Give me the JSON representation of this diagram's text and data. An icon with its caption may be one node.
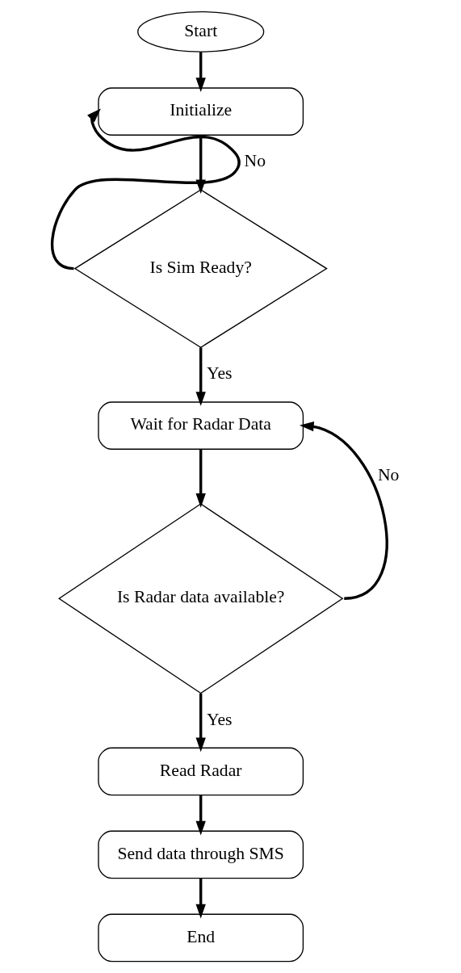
{
  "diagram": {
    "nodes": [
      {
        "text": [
          "Start"
        ]
      },
      {
        "text": [
          "Initialize"
        ]
      },
      {
        "text": [
          "Is Sim Ready?"
        ]
      },
      {
        "text": [
          "Wait for Radar Data"
        ]
      },
      {
        "text": [
          "Is Radar data available?"
        ]
      },
      {
        "text": [
          "Read Radar"
        ]
      },
      {
        "text": [
          "Send data through SMS"
        ]
      },
      {
        "text": [
          "End"
        ]
      }
    ],
    "edges": [
      {
        "from": 0,
        "to": 1,
        "arrow": "to"
      },
      {
        "from": 1,
        "to": 2,
        "arrow": "to"
      },
      {
        "from": 2,
        "to": 1,
        "arrow": "to",
        "label": "No"
      },
      {
        "from": 2,
        "to": 3,
        "arrow": "to",
        "label": "Yes"
      },
      {
        "from": 3,
        "to": 4,
        "arrow": "to"
      },
      {
        "from": 4,
        "to": 3,
        "arrow": "to",
        "label": "No"
      },
      {
        "from": 4,
        "to": 5,
        "arrow": "to",
        "label": "Yes"
      },
      {
        "from": 5,
        "to": 6,
        "arrow": "to"
      },
      {
        "from": 6,
        "to": 7,
        "arrow": "to"
      }
    ]
  }
}
